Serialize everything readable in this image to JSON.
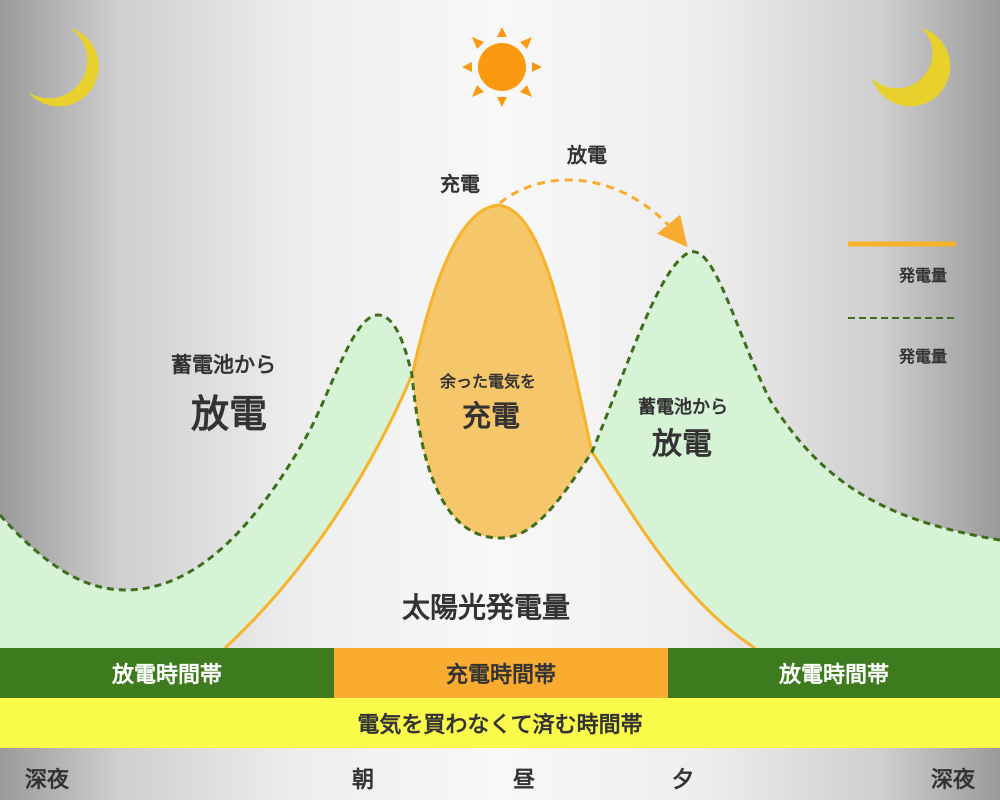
{
  "colors": {
    "generation_curve": "#f6b32b",
    "consumption_curve": "#3e6e1c",
    "green_fill": "#d6f3d6",
    "orange_fill": "#f6c66a",
    "band_discharge": "#3e7a1e",
    "band_charge": "#f9ac2f",
    "band_saving": "#fafa4a",
    "sun": "#fb9a10",
    "moon": "#e8d12c"
  },
  "icons": {
    "left": "crescent-moon-icon",
    "center": "sun-icon",
    "right": "crescent-moon-icon"
  },
  "labels": {
    "charge_top": "充電",
    "discharge_top": "放電",
    "left_small": "蓄電池から",
    "left_big": "放電",
    "center_small": "余った電気を",
    "center_big": "充電",
    "right_small": "蓄電池から",
    "right_big": "放電",
    "solar": "太陽光発電量"
  },
  "legend": {
    "item1": "発電量",
    "item2": "発電量"
  },
  "bands": {
    "left": "放電時間帯",
    "center": "充電時間帯",
    "right": "放電時間帯",
    "saving": "電気を買わなくて済む時間帯"
  },
  "times": [
    "深夜",
    "朝",
    "昼",
    "夕",
    "深夜"
  ]
}
